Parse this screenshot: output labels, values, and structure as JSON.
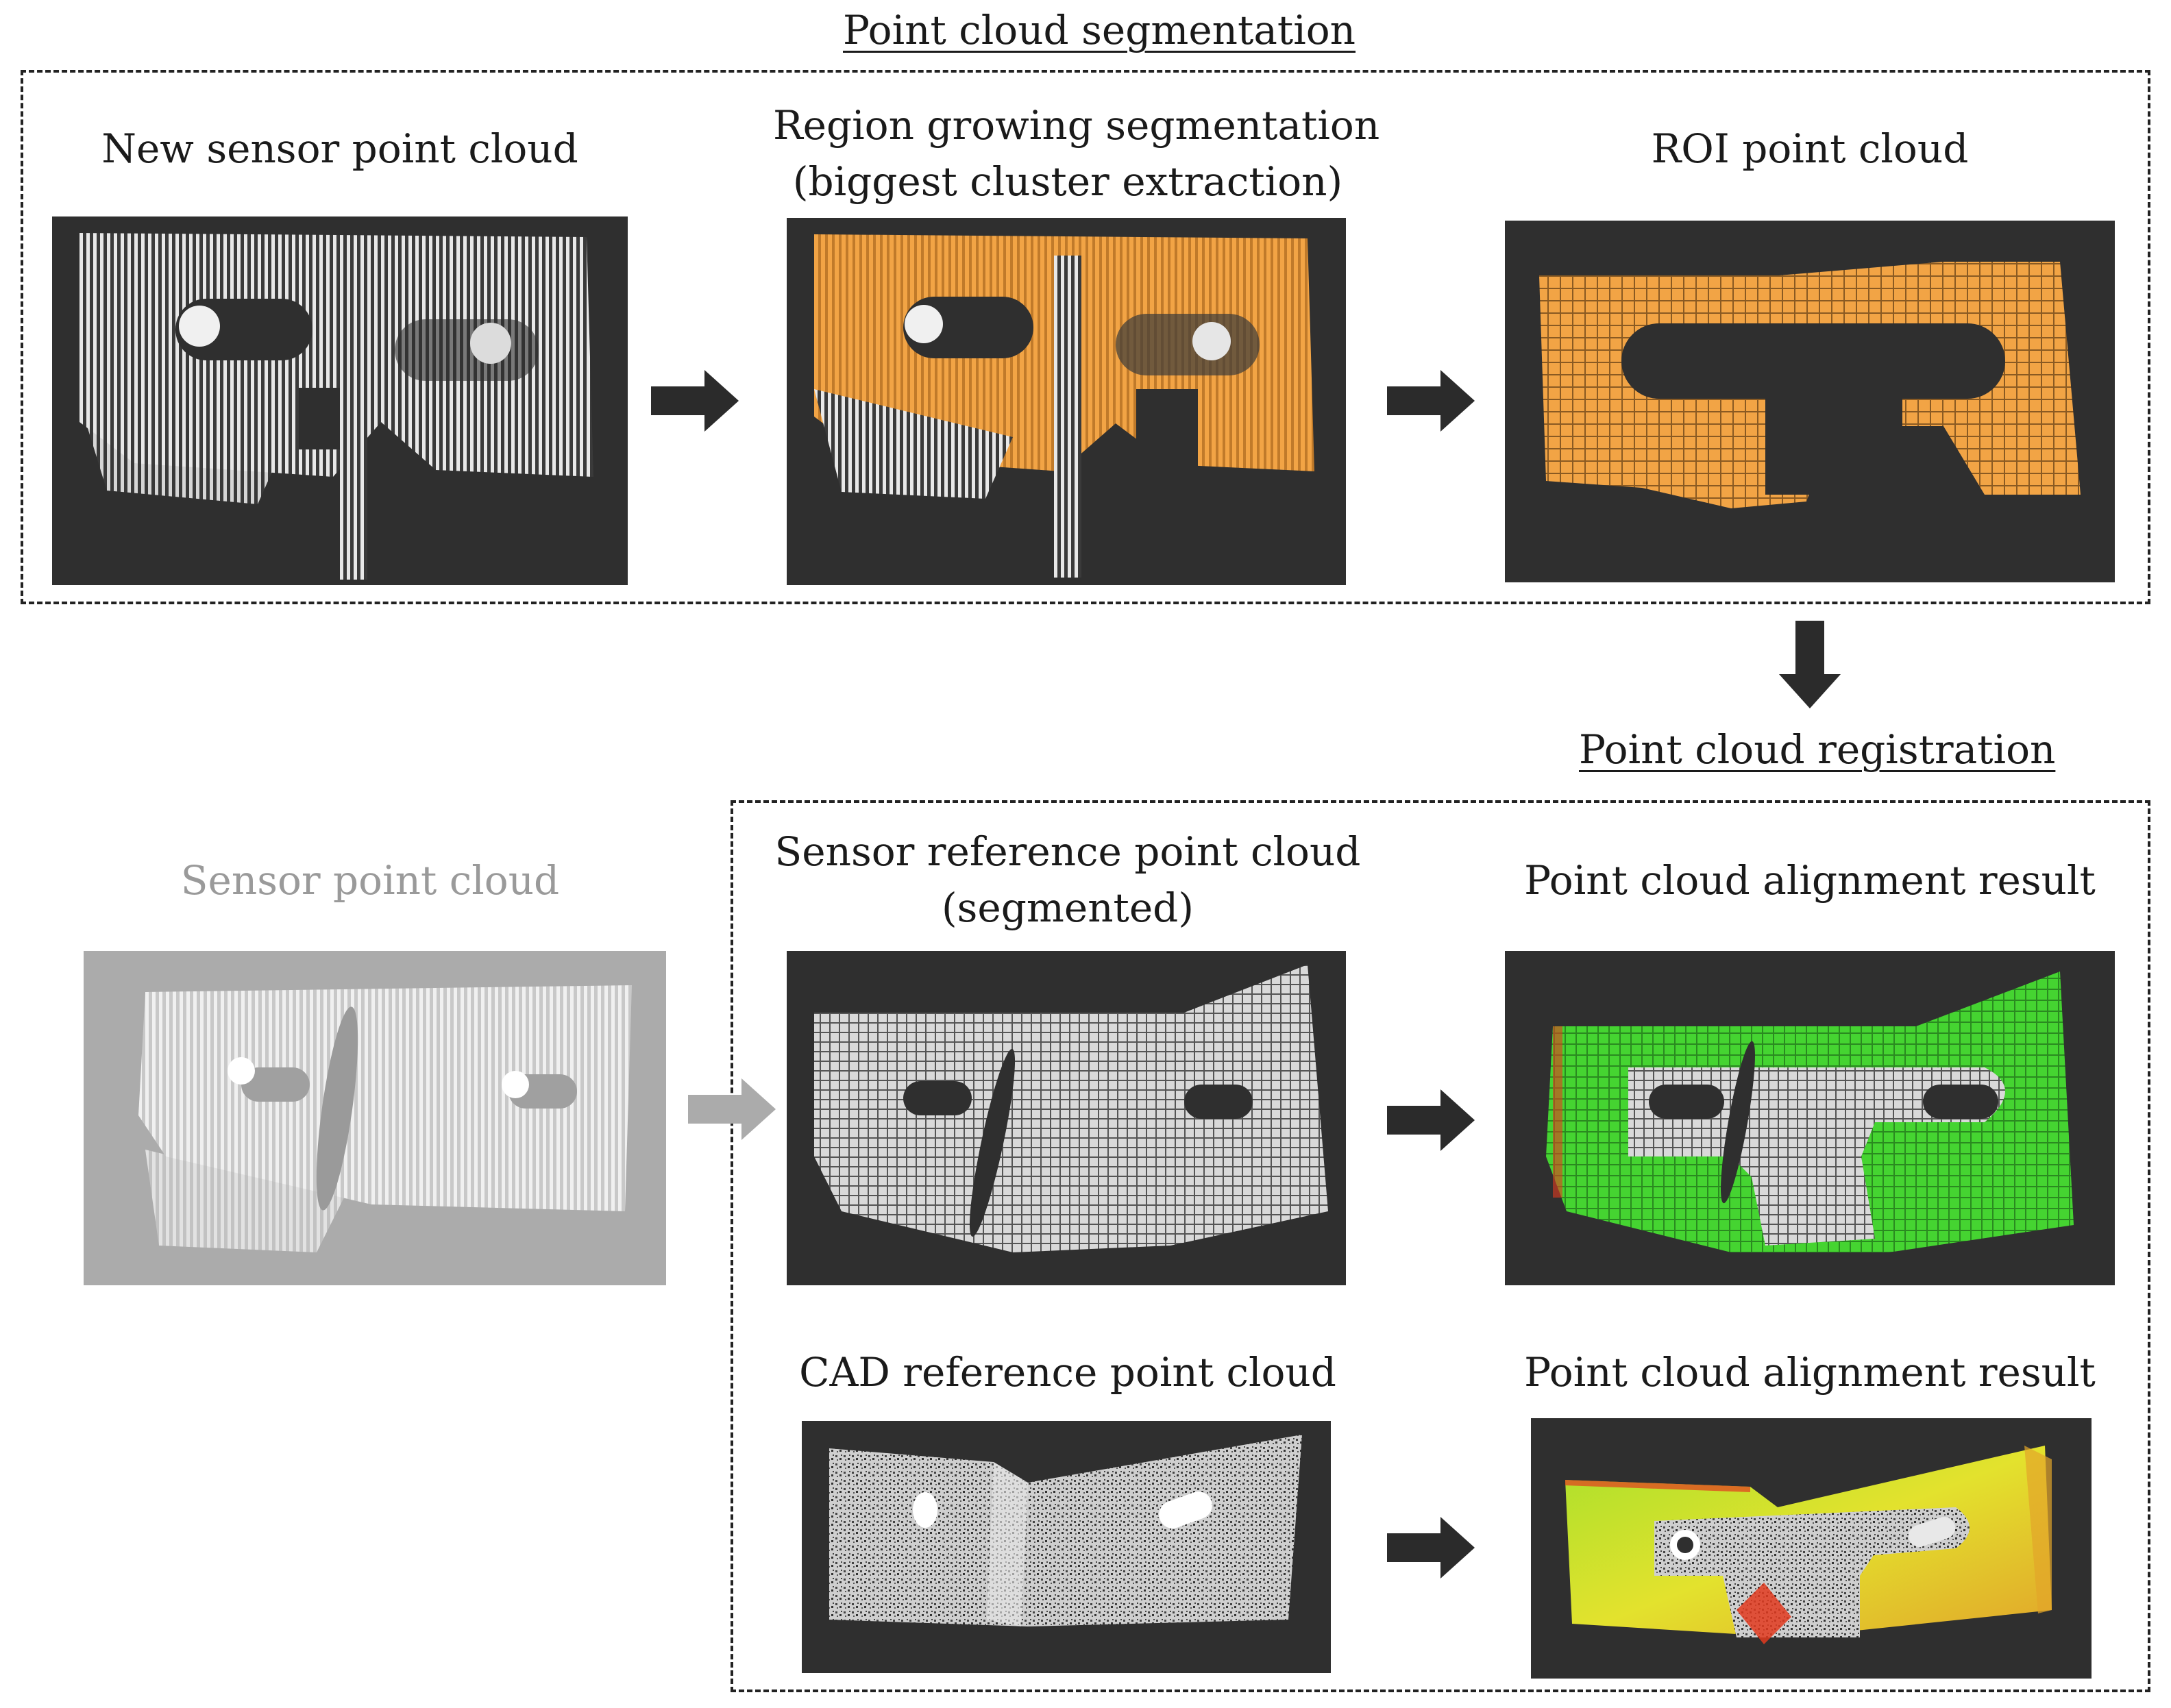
{
  "segmentation": {
    "title": "Point cloud segmentation",
    "panels": [
      {
        "label": "New sensor point cloud"
      },
      {
        "label": "Region growing segmentation\n(biggest cluster extraction)"
      },
      {
        "label": "ROI point cloud"
      }
    ]
  },
  "registration": {
    "title": "Point cloud registration",
    "input": {
      "label": "Sensor point cloud"
    },
    "panels": [
      {
        "label": "Sensor reference point cloud\n(segmented)"
      },
      {
        "label": "Point cloud alignment result"
      },
      {
        "label": "CAD reference point cloud"
      },
      {
        "label": "Point cloud alignment result"
      }
    ]
  },
  "colors": {
    "panel_bg": "#2f2f2f",
    "segment": "#f2a445",
    "aligned": "#45d431",
    "deviation": "#d8e22e",
    "error": "#e23a1f",
    "arrow": "#2b2b2b",
    "faded": "#ababab"
  }
}
